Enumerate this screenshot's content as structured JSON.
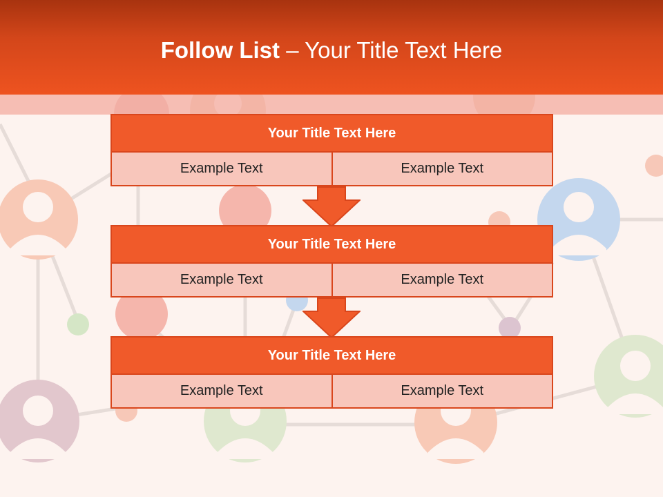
{
  "slide": {
    "title_bold": "Follow List",
    "title_rest": " – Your Title Text Here"
  },
  "steps": [
    {
      "title": "Your Title Text Here",
      "left": "Example Text",
      "right": "Example Text"
    },
    {
      "title": "Your Title Text Here",
      "left": "Example Text",
      "right": "Example Text"
    },
    {
      "title": "Your Title Text Here",
      "left": "Example Text",
      "right": "Example Text"
    }
  ],
  "colors": {
    "header": "#ee5320",
    "box_title": "#f05a2a",
    "box_cell": "#f8c6bb",
    "border": "#d9461c",
    "arrow": "#f05a2a"
  },
  "background_icons": [
    "person-icon",
    "network-node"
  ]
}
